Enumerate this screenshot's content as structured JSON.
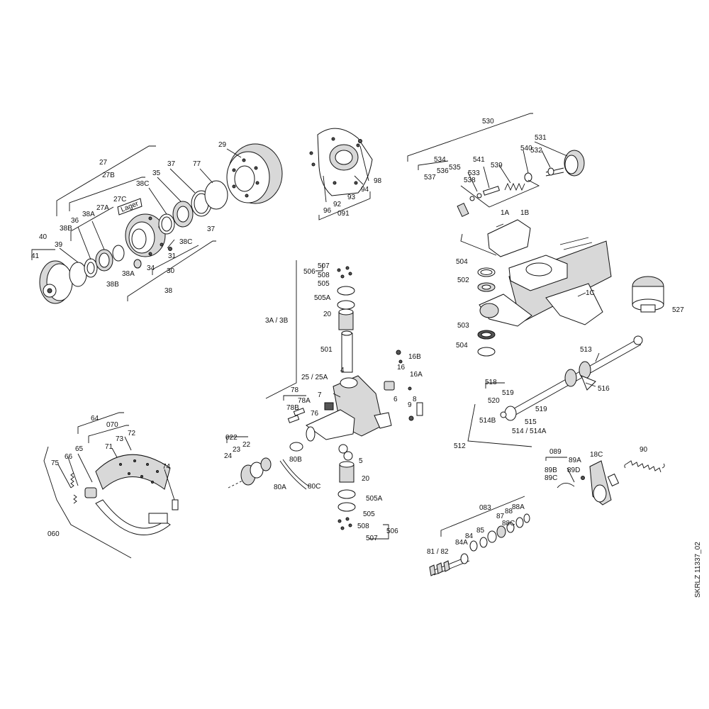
{
  "drawing_code": "SKRLZ 11337_02",
  "labels": {
    "l27": "27",
    "l27B": "27B",
    "l27C": "27C",
    "l27A": "27A",
    "l38C_top": "38C",
    "l35": "35",
    "l37_top": "37",
    "l77": "77",
    "l29": "29",
    "l40": "40",
    "l38B_top": "38B",
    "l36": "36",
    "l38A_top": "38A",
    "l41": "41",
    "l39": "39",
    "l38B_bot": "38B",
    "l38A_bot": "38A",
    "l34": "34",
    "l31": "31",
    "l38C_bot": "38C",
    "l37_bot": "37",
    "l30": "30",
    "l38": "38",
    "lLager": "Lager",
    "l98": "98",
    "l94": "94",
    "l93": "93",
    "l92": "92",
    "l96": "96",
    "l091": "091",
    "l530": "530",
    "l531": "531",
    "l532": "532",
    "l540": "540",
    "l541": "541",
    "l539": "539",
    "l534": "534",
    "l535": "535",
    "l536": "536",
    "l537": "537",
    "l533": "533",
    "l538": "538",
    "l1A": "1A",
    "l1B": "1B",
    "l504_top": "504",
    "l502": "502",
    "l1C": "1C",
    "l527": "527",
    "l503": "503",
    "l504_bot": "504",
    "l513": "513",
    "l516": "516",
    "l518": "518",
    "l519_top": "519",
    "l520": "520",
    "l519_bot": "519",
    "l514B": "514B",
    "l515": "515",
    "l514": "514 / 514A",
    "l512": "512",
    "l506_top": "506",
    "l507_top": "507",
    "l508_top": "508",
    "l505_top": "505",
    "l505A_top": "505A",
    "l20_top": "20",
    "l501": "501",
    "l3A": "3A / 3B",
    "l25": "25 / 25A",
    "l4": "4",
    "l16B": "16B",
    "l16": "16",
    "l16A": "16A",
    "l6": "6",
    "l8": "8",
    "l9": "9",
    "l78": "78",
    "l78A": "78A",
    "l78B": "78B",
    "l7": "7",
    "l76": "76",
    "l022": "022",
    "l22": "22",
    "l23": "23",
    "l24": "24",
    "l80B": "80B",
    "l80A": "80A",
    "l80C": "80C",
    "l5": "5",
    "l20_bot": "20",
    "l505A_bot": "505A",
    "l505_bot": "505",
    "l508_bot": "508",
    "l506_bot": "506",
    "l507_bot": "507",
    "l64": "64",
    "l070": "070",
    "l72": "72",
    "l73": "73",
    "l71": "71",
    "l65": "65",
    "l66": "66",
    "l75": "75",
    "l74": "74",
    "l060": "060",
    "l089": "089",
    "l18C": "18C",
    "l90": "90",
    "l89A": "89A",
    "l89B": "89B",
    "l89C": "89C",
    "l89D": "89D",
    "l083": "083",
    "l88A": "88A",
    "l88": "88",
    "l87": "87",
    "l88C": "88C",
    "l85": "85",
    "l84": "84",
    "l84A": "84A",
    "l81": "81 / 82"
  }
}
